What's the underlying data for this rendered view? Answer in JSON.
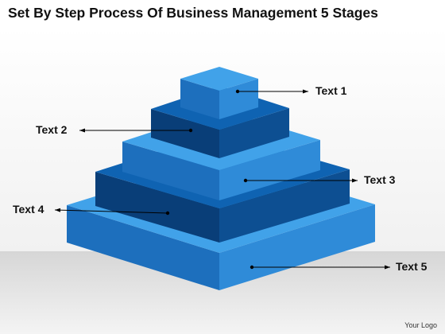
{
  "title": "Set By Step Process Of Business Management 5 Stages",
  "stages": [
    {
      "label": "Text 1"
    },
    {
      "label": "Text 2"
    },
    {
      "label": "Text 3"
    },
    {
      "label": "Text 4"
    },
    {
      "label": "Text 5"
    }
  ],
  "footer": "Your Logo",
  "colors": {
    "top_light": "#41a2e9",
    "side_light": "#2f8bd8",
    "front_light": "#1d6fbd",
    "top_dark": "#0f63b2",
    "side_dark": "#0d4f92",
    "front_dark": "#093e78",
    "floor": "#d9d9d9",
    "text": "#111111"
  }
}
